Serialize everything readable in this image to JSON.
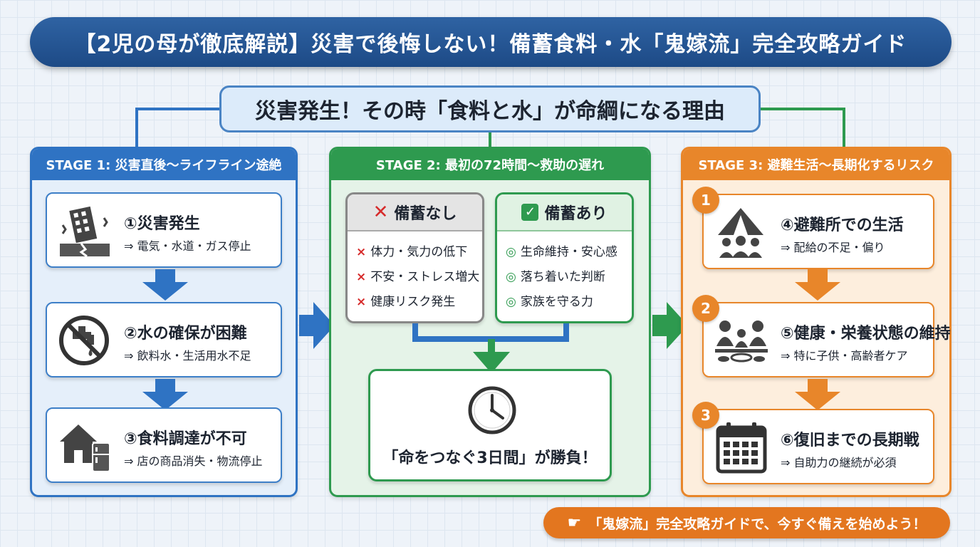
{
  "title": "【2児の母が徹底解説】災害で後悔しない！備蓄食料・水「鬼嫁流」完全攻略ガイド",
  "subtitle": "災害発生！その時「食料と水」が命綱になる理由",
  "stage1": {
    "header": "STAGE 1: 災害直後〜ライフライン途絶",
    "steps": [
      {
        "title": "①災害発生",
        "sub": "⇒ 電気・水道・ガス停止",
        "icon": "collapsing-building-icon"
      },
      {
        "title": "②水の確保が困難",
        "sub": "⇒ 飲料水・生活用水不足",
        "icon": "no-water-faucet-icon"
      },
      {
        "title": "③食料調達が不可",
        "sub": "⇒ 店の商品消失・物流停止",
        "icon": "house-fridge-icon"
      }
    ]
  },
  "stage2": {
    "header": "STAGE 2: 最初の72時間〜救助の遅れ",
    "without": {
      "header": "備蓄なし",
      "marker": "×",
      "items": [
        "体力・気力の低下",
        "不安・ストレス増大",
        "健康リスク発生"
      ]
    },
    "with": {
      "header": "備蓄あり",
      "marker": "◎",
      "items": [
        "生命維持・安心感",
        "落ち着いた判断",
        "家族を守る力"
      ]
    },
    "result": "「命をつなぐ3日間」が勝負！",
    "result_icon": "clock-icon"
  },
  "stage3": {
    "header": "STAGE 3: 避難生活〜長期化するリスク",
    "steps": [
      {
        "badge": "1",
        "title": "④避難所での生活",
        "sub": "⇒ 配給の不足・偏り",
        "icon": "tent-people-icon"
      },
      {
        "badge": "2",
        "title": "⑤健康・栄養状態の維持",
        "sub": "⇒ 特に子供・高齢者ケア",
        "icon": "family-meal-icon"
      },
      {
        "badge": "3",
        "title": "⑥復旧までの長期戦",
        "sub": "⇒ 自助力の継続が必須",
        "icon": "calendar-icon"
      }
    ]
  },
  "cta": "「鬼嫁流」完全攻略ガイドで、今すぐ備えを始めよう！",
  "colors": {
    "blue": "#2f73c3",
    "green": "#2e9a4f",
    "orange": "#e8862a",
    "navy": "#1d4a86"
  }
}
